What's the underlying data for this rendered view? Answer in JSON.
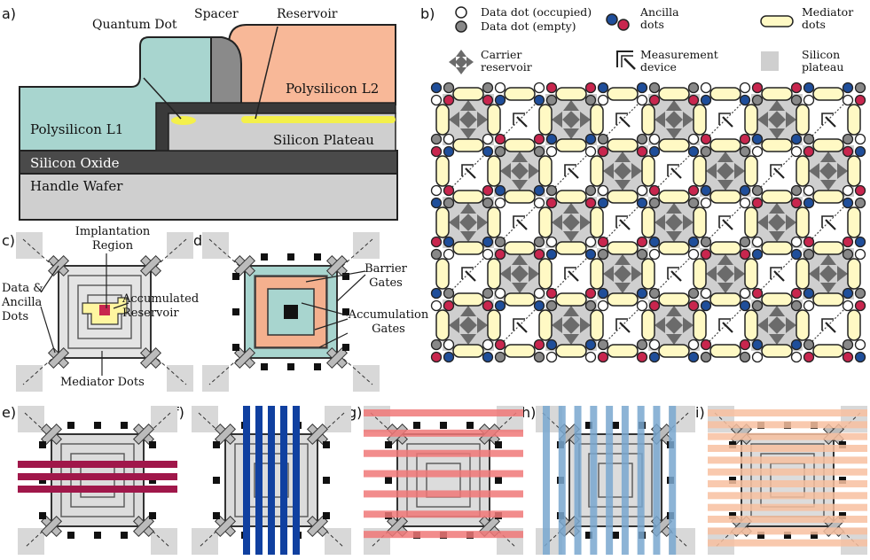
{
  "panels": {
    "a": "a)",
    "b": "b)",
    "c": "c)",
    "d": "d)",
    "e": "e)",
    "f": "f)",
    "g": "g)",
    "h": "h)",
    "i": "i)"
  },
  "panel_a": {
    "quantum_dot": "Quantum Dot",
    "spacer": "Spacer",
    "reservoir": "Reservoir",
    "polysilicon_l1": "Polysilicon L1",
    "polysilicon_l2": "Polysilicon L2",
    "silicon_plateau": "Silicon Plateau",
    "silicon_oxide": "Silicon Oxide",
    "handle_wafer": "Handle Wafer",
    "colors": {
      "l1": "#a8d5cf",
      "l2": "#f8b898",
      "spacer": "#8a8a8a",
      "oxide": "#4a4a4a",
      "wafer": "#c8c8c8",
      "dot": "#f4f04a"
    }
  },
  "legend": {
    "data_dot_occupied": "Data dot (occupied)",
    "data_dot_empty": "Data dot (empty)",
    "ancilla": "Ancilla dots",
    "mediator": "Mediator dots",
    "carrier_reservoir": "Carrier reservoir",
    "measurement_device": "Measurement device",
    "silicon_plateau": "Silicon plateau",
    "colors": {
      "ancilla_a": "#1f4e9a",
      "ancilla_b": "#c8264e",
      "mediator": "#fff9c4",
      "plateau": "#cfcfcf",
      "reservoir": "#6b6b6b"
    }
  },
  "panel_c": {
    "implantation_region": "Implantation Region",
    "data_ancilla": "Data & Ancilla Dots",
    "accumulated_reservoir": "Accumulated Reservoir",
    "mediator_dots": "Mediator Dots"
  },
  "panel_d": {
    "barrier_gates": "Barrier Gates",
    "accumulation_gates": "Accumulation Gates",
    "colors": {
      "barrier": "#f4b08e",
      "accumulation": "#a8d5cf"
    }
  },
  "bottom_colors": {
    "e": "#a0174a",
    "f": "#1040a0",
    "g": "#f07878",
    "h": "#7aa8d0",
    "i": "#f8c0a0"
  }
}
